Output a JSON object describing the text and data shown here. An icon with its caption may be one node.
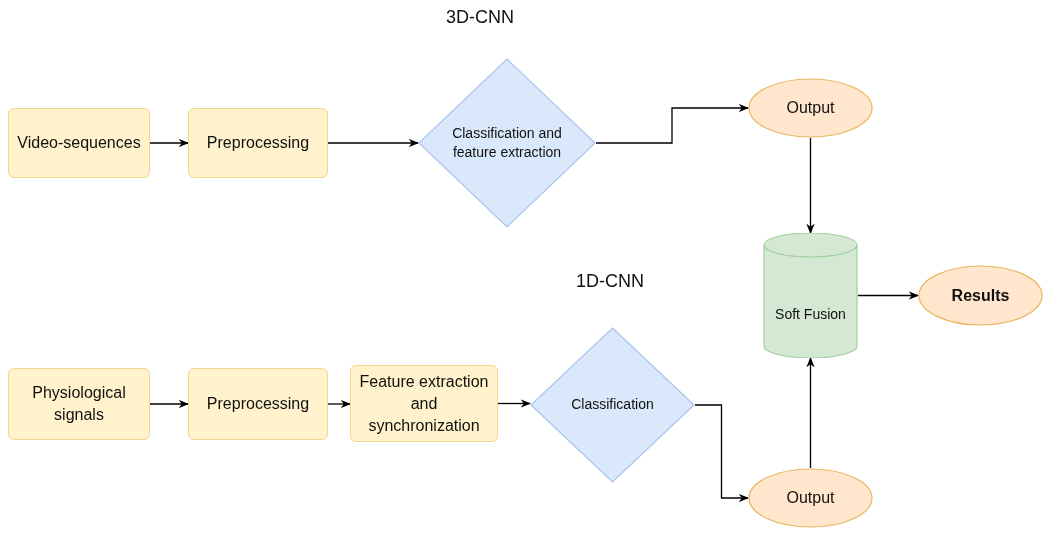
{
  "diagram": {
    "nodes": [
      {
        "text": [
          "Video-sequences"
        ]
      },
      {
        "text": [
          "Preprocessing"
        ]
      },
      {
        "text": [
          "Classification and feature extraction"
        ]
      },
      {
        "text": [
          "Output"
        ]
      },
      {
        "text": [
          "Soft Fusion"
        ]
      },
      {
        "text": [
          "Results"
        ]
      },
      {
        "text": [
          "Physiological signals"
        ]
      },
      {
        "text": [
          "Preprocessing"
        ]
      },
      {
        "text": [
          "Feature extraction and synchronization"
        ]
      },
      {
        "text": [
          "Classification"
        ]
      },
      {
        "text": [
          "Output"
        ]
      }
    ],
    "edges": [
      {
        "from": 0,
        "to": 1,
        "arrow": "to"
      },
      {
        "from": 1,
        "to": 2,
        "arrow": "to"
      },
      {
        "from": 2,
        "to": 3,
        "arrow": "to"
      },
      {
        "from": 3,
        "to": 4,
        "arrow": "to"
      },
      {
        "from": 4,
        "to": 5,
        "arrow": "to"
      },
      {
        "from": 6,
        "to": 7,
        "arrow": "to"
      },
      {
        "from": 7,
        "to": 8,
        "arrow": "to"
      },
      {
        "from": 8,
        "to": 9,
        "arrow": "to"
      },
      {
        "from": 9,
        "to": 10,
        "arrow": "to"
      },
      {
        "from": 10,
        "to": 4,
        "arrow": "to"
      }
    ],
    "labels": [
      "3D-CNN",
      "1D-CNN"
    ]
  }
}
